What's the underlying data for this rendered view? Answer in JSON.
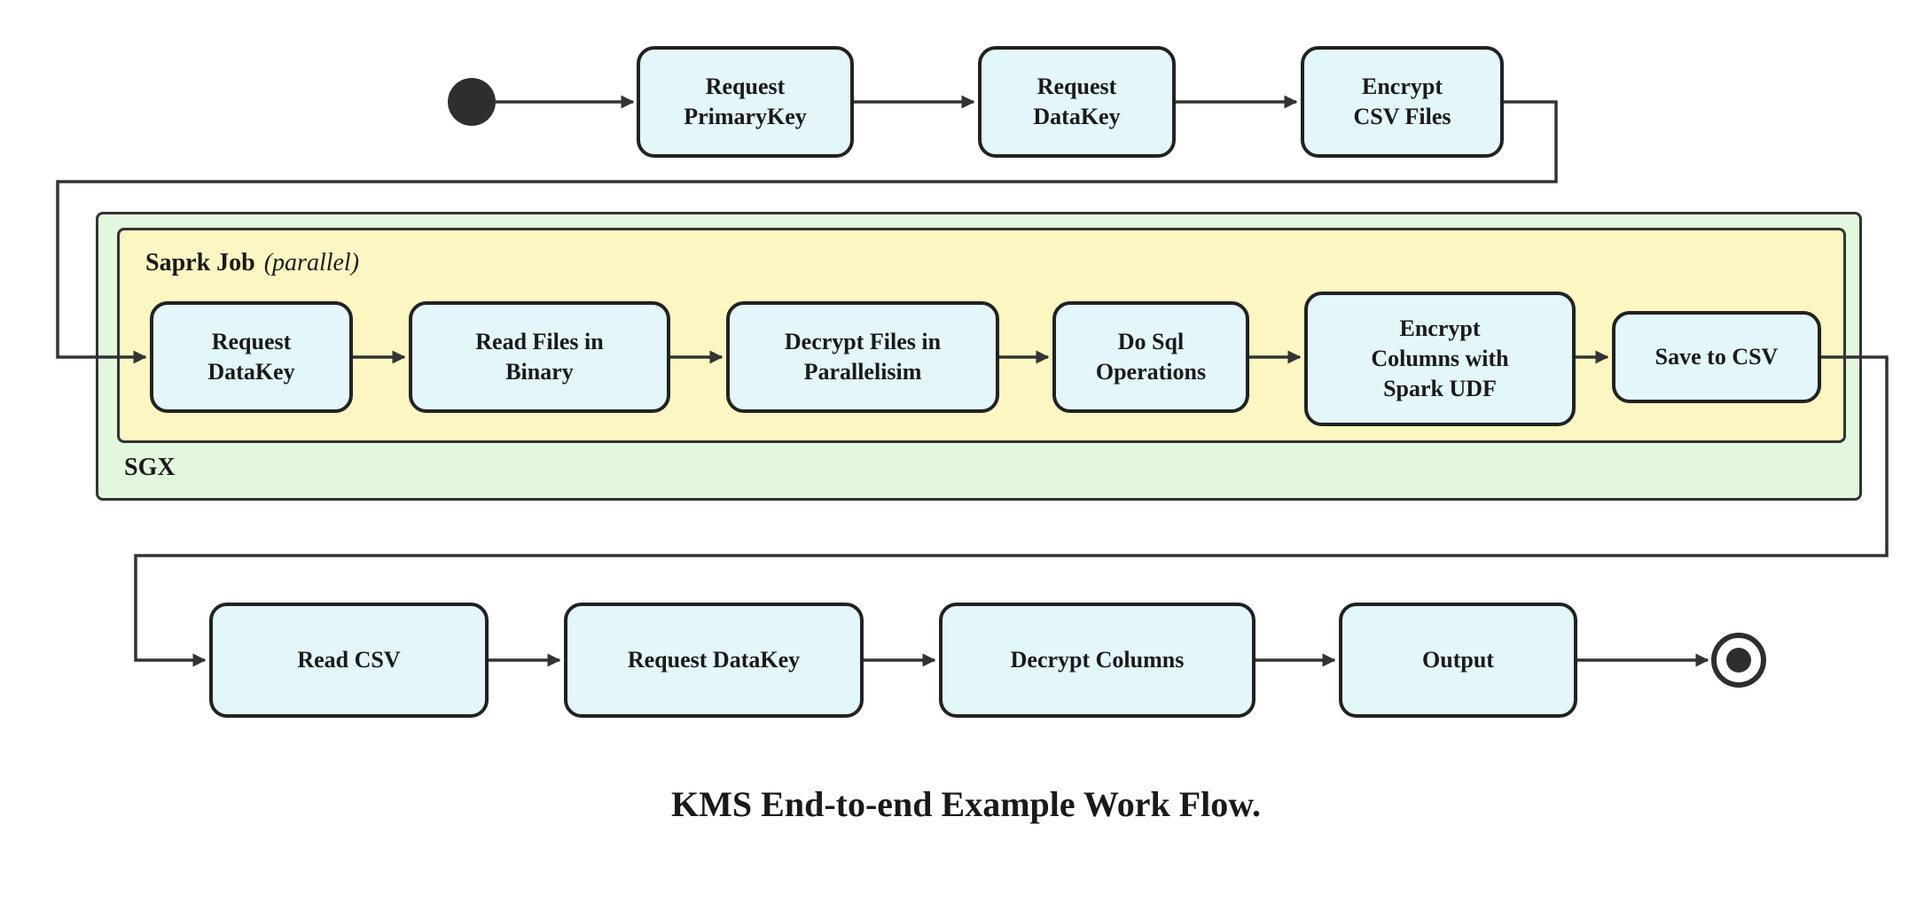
{
  "diagram": {
    "caption": "KMS End-to-end Example Work Flow.",
    "top_flow": {
      "nodes": [
        {
          "label": "Request\nPrimaryKey"
        },
        {
          "label": "Request\nDataKey"
        },
        {
          "label": "Encrypt\nCSV Files"
        }
      ]
    },
    "sgx_container": {
      "label": "SGX",
      "spark_group": {
        "label": "Saprk Job",
        "annotation": "(parallel)",
        "nodes": [
          {
            "label": "Request\nDataKey"
          },
          {
            "label": "Read Files in\nBinary"
          },
          {
            "label": "Decrypt Files in\nParallelisim"
          },
          {
            "label": "Do Sql\nOperations"
          },
          {
            "label": "Encrypt\nColumns with\nSpark UDF"
          },
          {
            "label": "Save to CSV"
          }
        ]
      }
    },
    "bottom_flow": {
      "nodes": [
        {
          "label": "Read CSV"
        },
        {
          "label": "Request DataKey"
        },
        {
          "label": "Decrypt Columns"
        },
        {
          "label": "Output"
        }
      ]
    },
    "colors": {
      "node_fill": "#e3f6fa",
      "node_border": "#222222",
      "spark_container_fill": "#fcf6c2",
      "sgx_container_fill": "#e3f7df",
      "container_border": "#333333",
      "edge_color": "#333333"
    }
  }
}
